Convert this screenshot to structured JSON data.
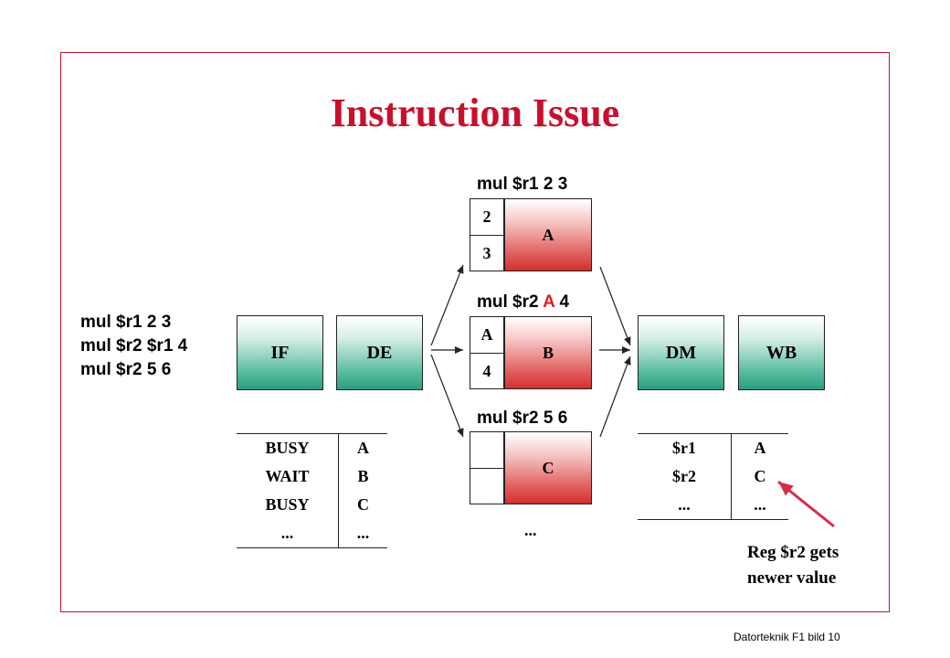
{
  "title": "Instruction Issue",
  "program": [
    "mul $r1 2 3",
    "mul $r2 $r1 4",
    "mul $r2 5 6"
  ],
  "stages": {
    "if": "IF",
    "de": "DE",
    "dm": "DM",
    "wb": "WB"
  },
  "units": [
    {
      "name": "A",
      "instr_prefix": "mul $r1 2 3",
      "instr_tag": "",
      "instr_suffix": "",
      "op1": "2",
      "op2": "3"
    },
    {
      "name": "B",
      "instr_prefix": "mul $r2 ",
      "instr_tag": "A",
      "instr_suffix": " 4",
      "op1": "A",
      "op2": "4"
    },
    {
      "name": "C",
      "instr_prefix": "mul $r2 5 6",
      "instr_tag": "",
      "instr_suffix": "",
      "op1": "",
      "op2": ""
    }
  ],
  "more_units": "...",
  "status_table": [
    [
      "BUSY",
      "A"
    ],
    [
      "WAIT",
      "B"
    ],
    [
      "BUSY",
      "C"
    ],
    [
      "...",
      "..."
    ]
  ],
  "register_table": [
    [
      "$r1",
      "A"
    ],
    [
      "$r2",
      "C"
    ],
    [
      "...",
      "..."
    ]
  ],
  "note": [
    "Reg $r2 gets",
    "newer value"
  ],
  "footer": "Datorteknik F1 bild 10",
  "colors": {
    "title": "#c8102e",
    "frame": "#c8102e",
    "stage_fill": "#2e9e80",
    "unit_fill": "#d42f2f",
    "highlight": "#e02020"
  }
}
